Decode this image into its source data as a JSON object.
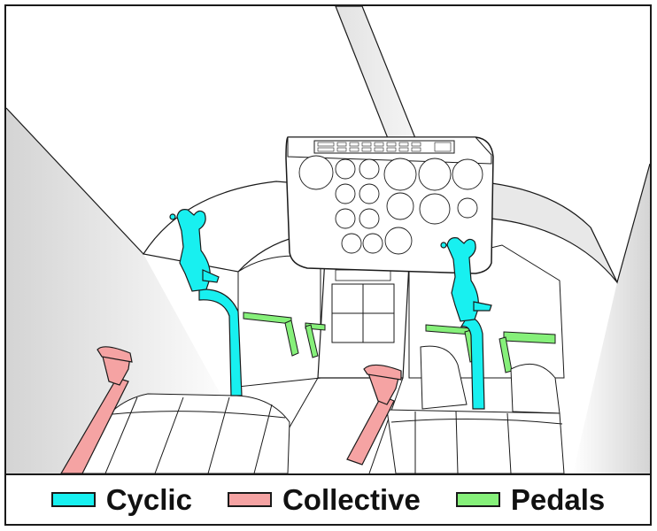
{
  "legend": {
    "items": [
      {
        "label": "Cyclic",
        "color": "#18f0f0"
      },
      {
        "label": "Collective",
        "color": "#f5a3a3"
      },
      {
        "label": "Pedals",
        "color": "#86f07a"
      }
    ]
  },
  "colors": {
    "outline": "#1a1a1a",
    "interior_shade": "#d9d9d9",
    "panel": "#ffffff"
  }
}
